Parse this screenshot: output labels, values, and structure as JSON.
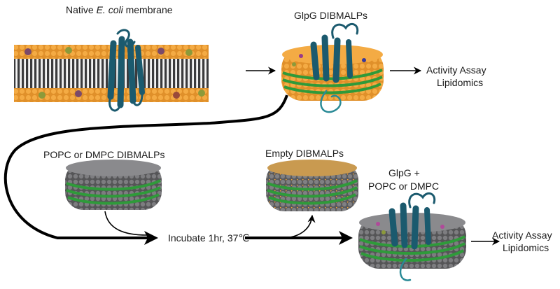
{
  "labels": {
    "native_prefix": "Native ",
    "native_species": "E. coli",
    "native_suffix": " membrane",
    "glpg_dibmalps": "GlpG DIBMALPs",
    "activity_top": "Activity Assay",
    "lipidomics_top": "Lipidomics",
    "popc_dmpc_dibmalps": "POPC or DMPC DIBMALPs",
    "empty_dibmalps": "Empty DIBMALPs",
    "glpg_plus": "GlpG +",
    "popc_or_dmpc": "POPC or DMPC",
    "incubate": "Incubate 1hr, 37℃",
    "activity_bottom": "Activity Assay",
    "lipidomics_bottom": "Lipidomics"
  },
  "colors": {
    "lipid_head_orange": "#f2a43a",
    "lipid_head_gray": "#6e6e70",
    "lipid_tail": "#3d3d3f",
    "polymer_belt_green": "#2f9a3a",
    "protein_teal": "#1b5a6e",
    "arrow": "#000000"
  }
}
